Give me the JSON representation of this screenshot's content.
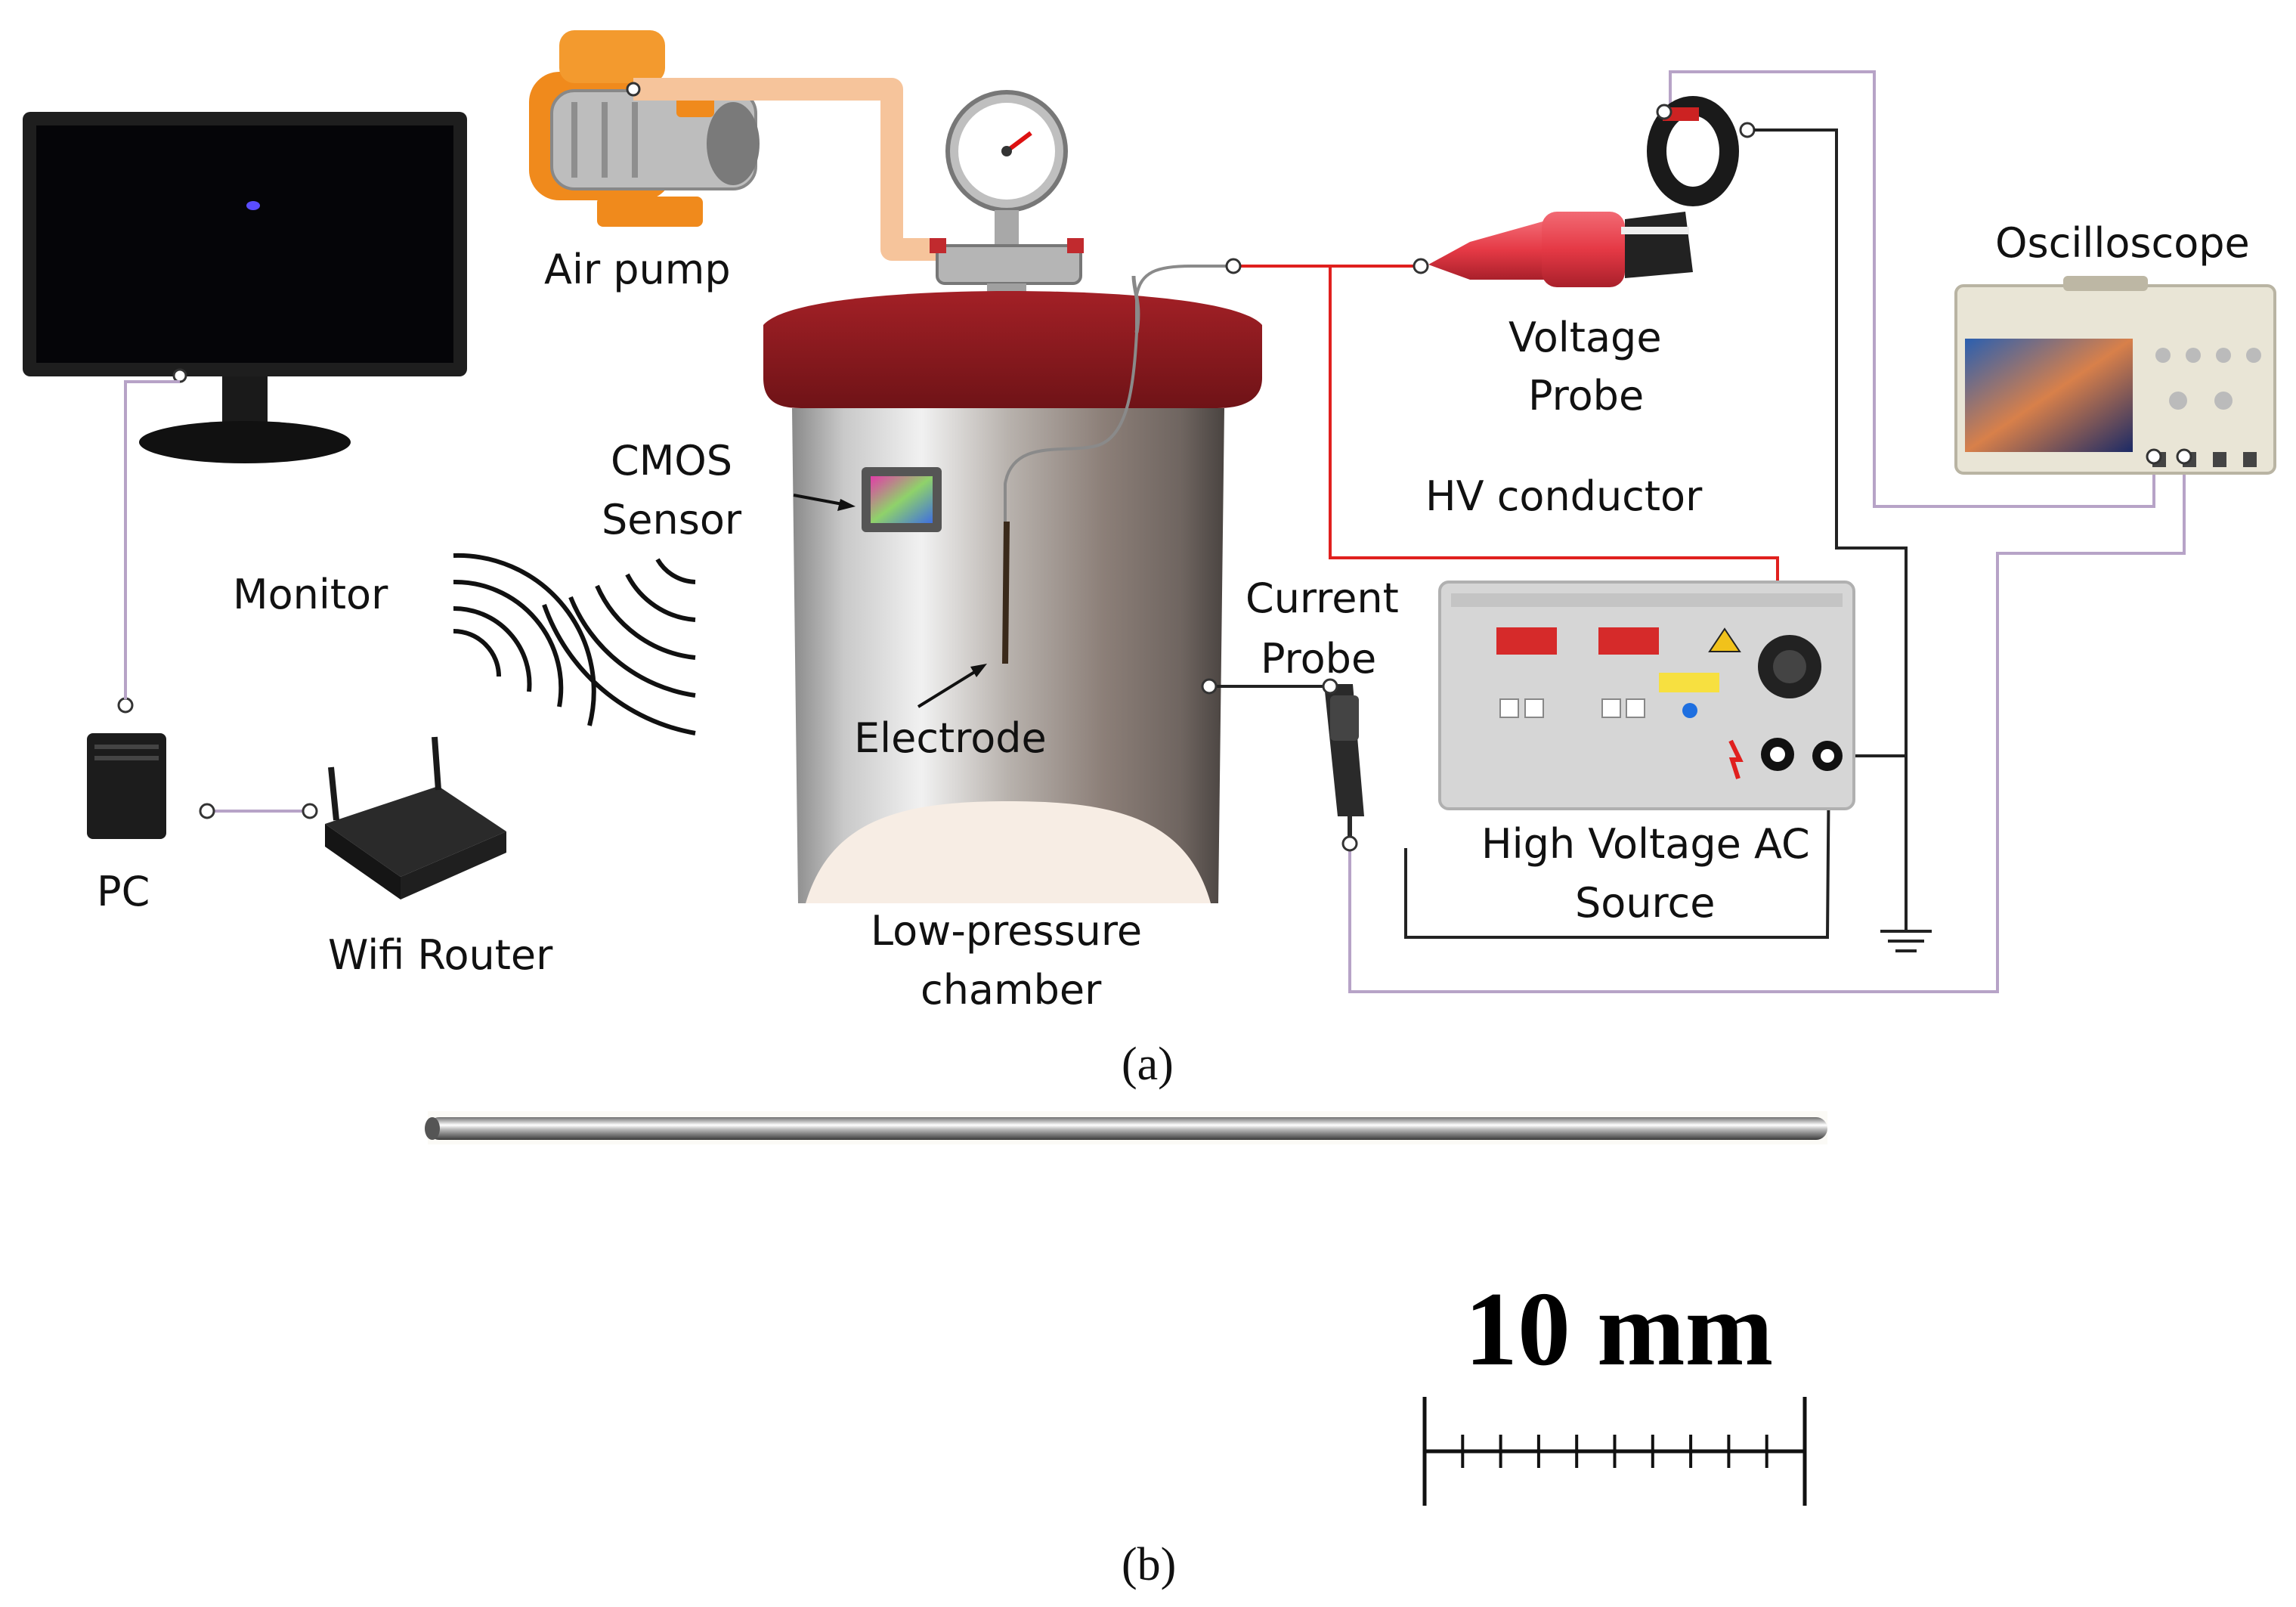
{
  "panel_a": {
    "caption": "(a)",
    "labels": {
      "air_pump": "Air pump",
      "monitor": "Monitor",
      "cmos_line1": "CMOS",
      "cmos_line2": "Sensor",
      "electrode": "Electrode",
      "pc": "PC",
      "wifi_router": "Wifi Router",
      "chamber_line1": "Low-pressure",
      "chamber_line2": "chamber",
      "voltage_probe_line1": "Voltage",
      "voltage_probe_line2": "Probe",
      "hv_conductor": "HV conductor",
      "current_probe_line1": "Current",
      "current_probe_line2": "Probe",
      "hv_source_line1": "High Voltage AC",
      "hv_source_line2": "Source",
      "oscilloscope": "Oscilloscope"
    },
    "colors": {
      "hv_wire": "#e0201e",
      "data_wire": "#b7a3c7",
      "ground_wire": "#222222",
      "air_hose": "#f6c49b",
      "lid": "#8e1a1e",
      "probe_body": "#e53945",
      "pump_body": "#f08a1c"
    }
  },
  "panel_b": {
    "caption": "(b)",
    "scale_label": "10 mm",
    "scale_ticks": 10
  }
}
